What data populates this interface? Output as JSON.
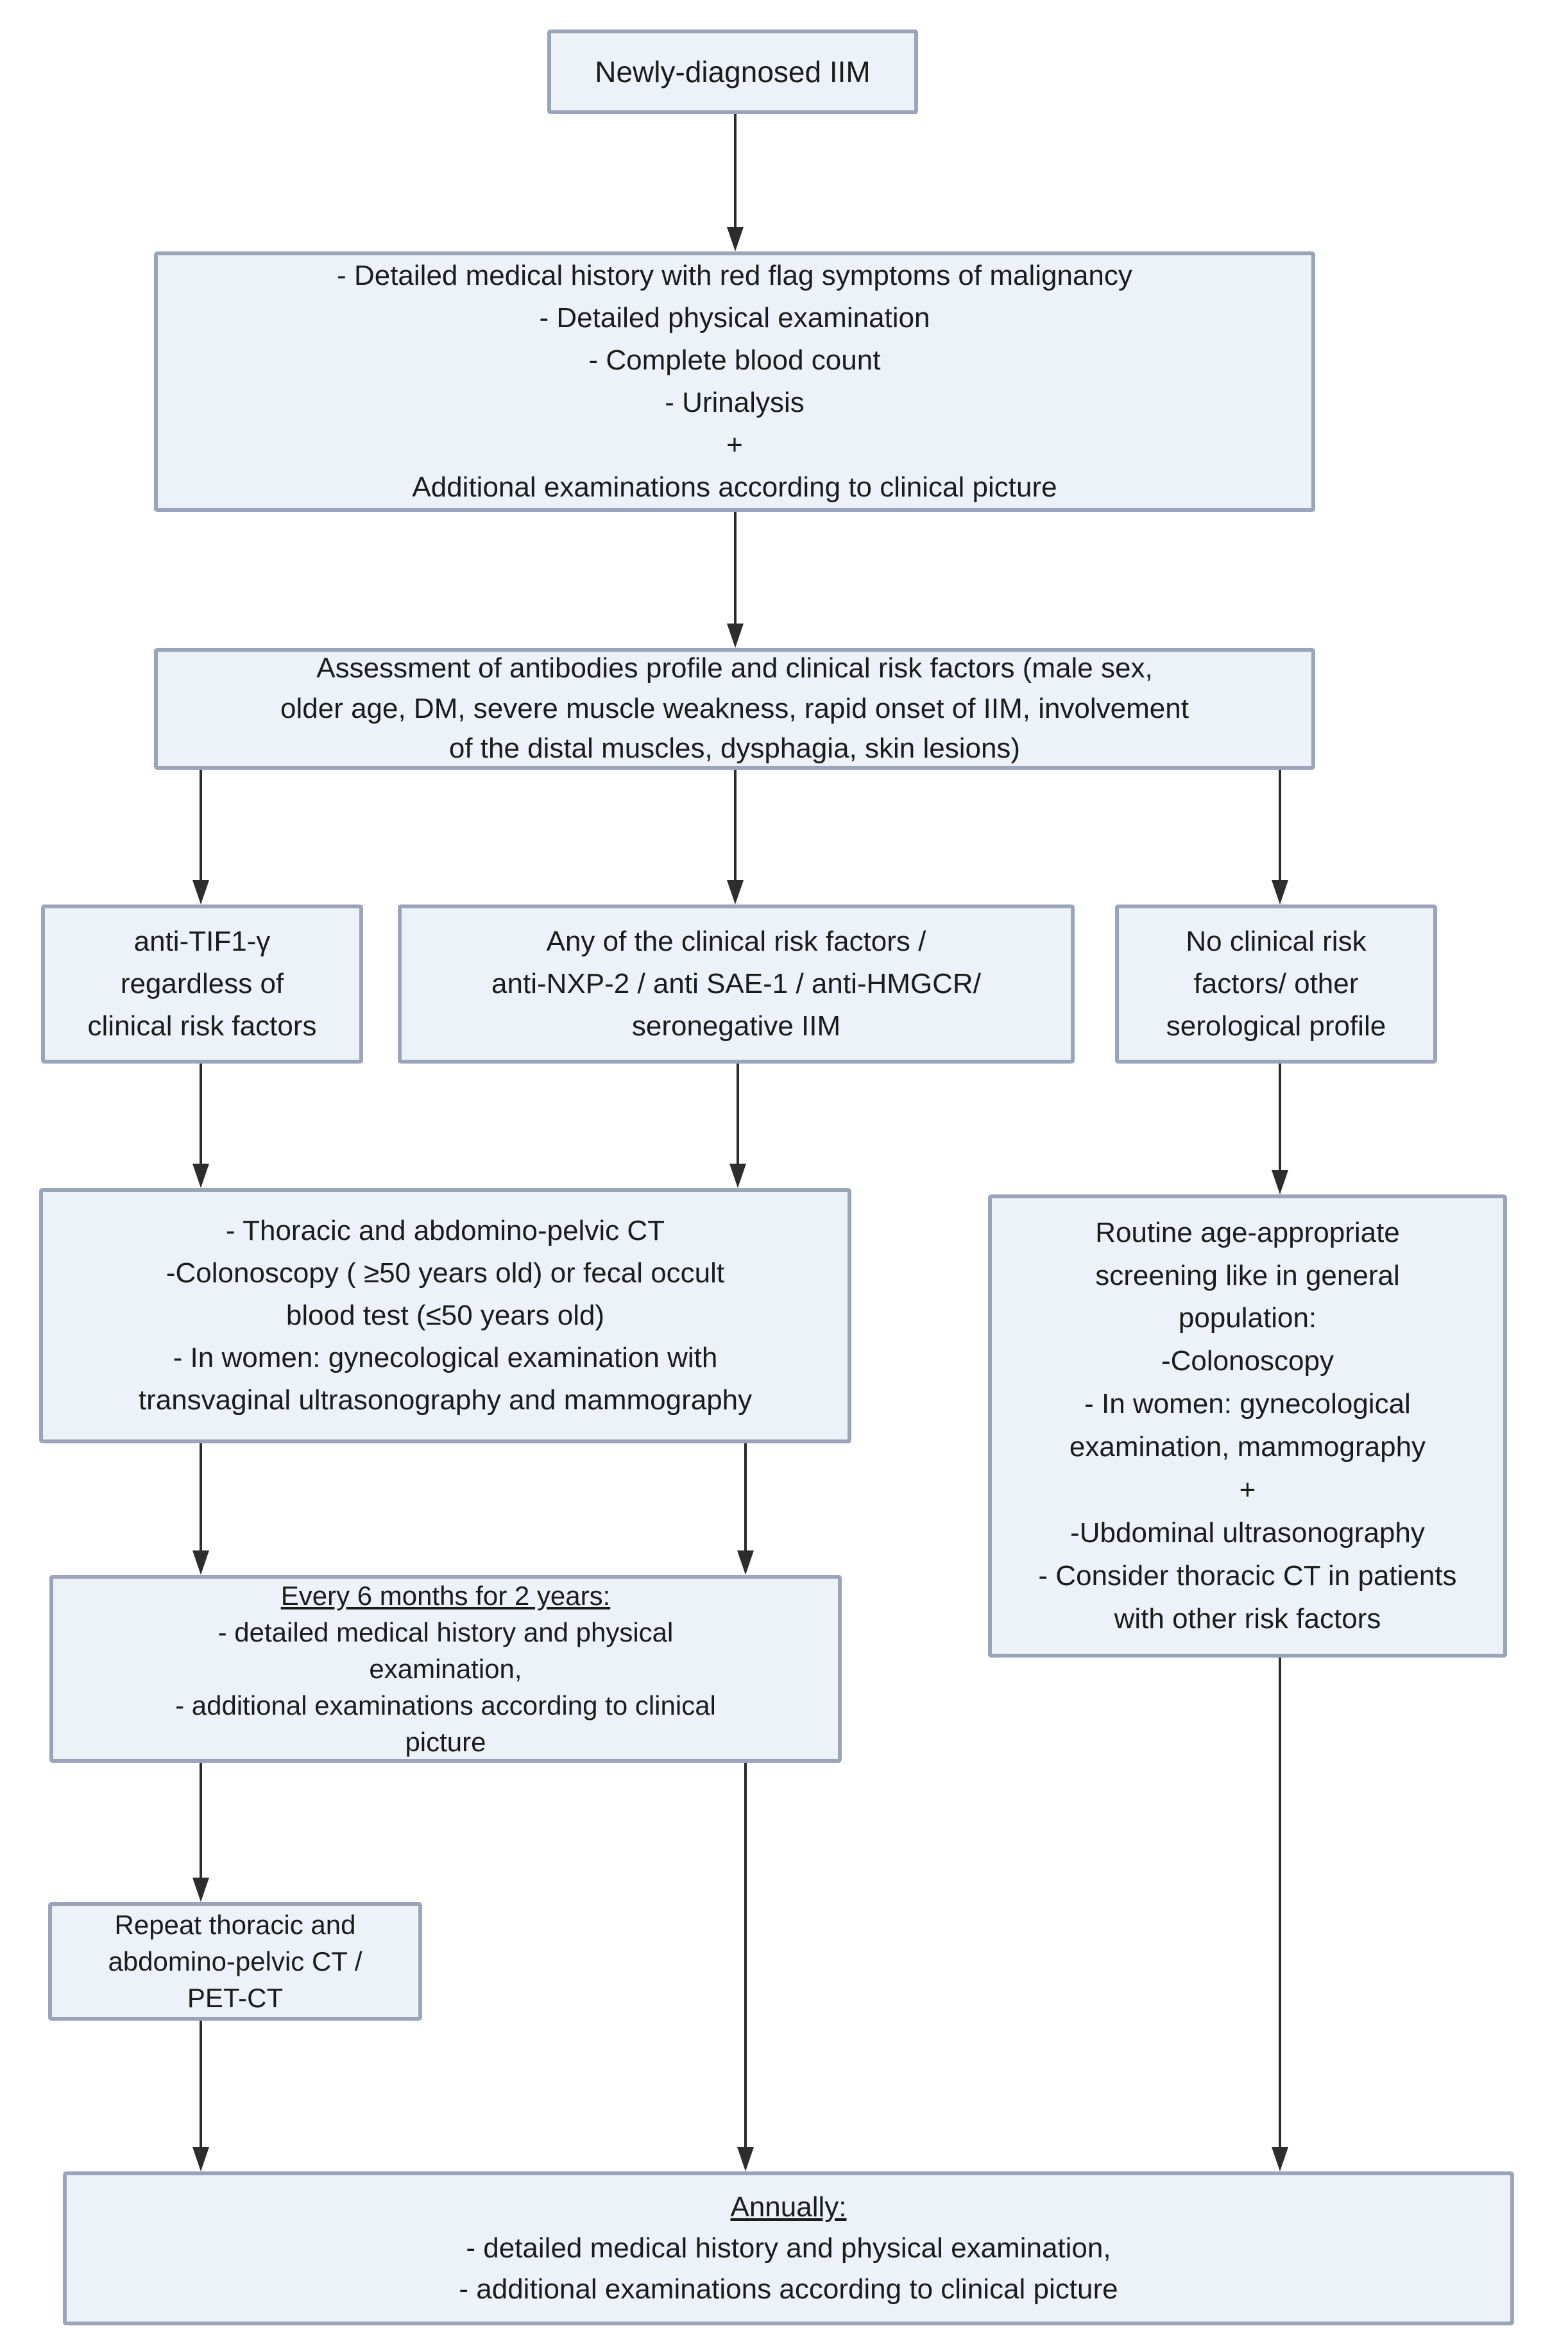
{
  "colors": {
    "background": "#ffffff",
    "box_fill": "#edf2f9",
    "box_border": "#9aa5bb",
    "arrow": "#2d2d2d",
    "text": "#1b1b1d"
  },
  "nodes": {
    "start": {
      "lines": [
        "Newly-diagnosed IIM"
      ]
    },
    "initial_workup": {
      "lines": [
        "- Detailed medical history with red flag symptoms of malignancy",
        "- Detailed physical examination",
        "- Complete blood count",
        "- Urinalysis",
        "+",
        "Additional examinations according to clinical picture"
      ]
    },
    "assessment": {
      "lines": [
        "Assessment of antibodies profile and clinical risk factors (male sex,",
        "older age, DM, severe muscle weakness, rapid onset of IIM,  involvement",
        "of the distal muscles, dysphagia, skin lesions)"
      ]
    },
    "anti_tif1": {
      "lines": [
        "anti-TIF1-γ",
        "regardless of",
        "clinical risk factors"
      ]
    },
    "risk_factors": {
      "lines": [
        "Any of the clinical risk factors /",
        "anti-NXP-2 / anti SAE-1 / anti-HMGCR/",
        "seronegative IIM"
      ]
    },
    "no_risk_factors": {
      "lines": [
        "No clinical risk",
        "factors/ other",
        "serological profile"
      ]
    },
    "enhanced_screening": {
      "lines": [
        "- Thoracic and abdomino-pelvic CT",
        "-Colonoscopy ( ≥50 years old) or fecal occult",
        "blood test (≤50 years old)",
        "- In women: gynecological examination with",
        "transvaginal ultrasonography and mammography"
      ]
    },
    "routine_screening": {
      "lines": [
        "Routine age-appropriate",
        "screening like in general",
        "population:",
        "-Colonoscopy",
        "- In women: gynecological",
        "examination, mammography",
        "+",
        "-Ubdominal ultrasonography",
        "- Consider thoracic CT in patients",
        "with other risk factors"
      ]
    },
    "every_6_months": {
      "heading": "Every 6 months for 2 years:",
      "lines": [
        "- detailed medical history and physical",
        "examination,",
        "- additional examinations according to clinical",
        "picture"
      ]
    },
    "repeat_ct": {
      "lines": [
        "Repeat thoracic and",
        "abdomino-pelvic CT /",
        "PET-CT"
      ]
    },
    "annually": {
      "heading": "Annually:",
      "lines": [
        "- detailed medical history and physical examination,",
        "- additional examinations according to clinical picture"
      ]
    }
  },
  "edges": [
    {
      "from": "start",
      "to": "initial_workup"
    },
    {
      "from": "initial_workup",
      "to": "assessment"
    },
    {
      "from": "assessment",
      "to": "anti_tif1"
    },
    {
      "from": "assessment",
      "to": "risk_factors"
    },
    {
      "from": "assessment",
      "to": "no_risk_factors"
    },
    {
      "from": "anti_tif1",
      "to": "enhanced_screening"
    },
    {
      "from": "risk_factors",
      "to": "enhanced_screening"
    },
    {
      "from": "no_risk_factors",
      "to": "routine_screening"
    },
    {
      "from": "enhanced_screening",
      "to": "every_6_months"
    },
    {
      "from": "enhanced_screening",
      "to": "every_6_months"
    },
    {
      "from": "every_6_months",
      "to": "repeat_ct"
    },
    {
      "from": "every_6_months",
      "to": "annually"
    },
    {
      "from": "routine_screening",
      "to": "annually"
    },
    {
      "from": "repeat_ct",
      "to": "annually"
    }
  ]
}
